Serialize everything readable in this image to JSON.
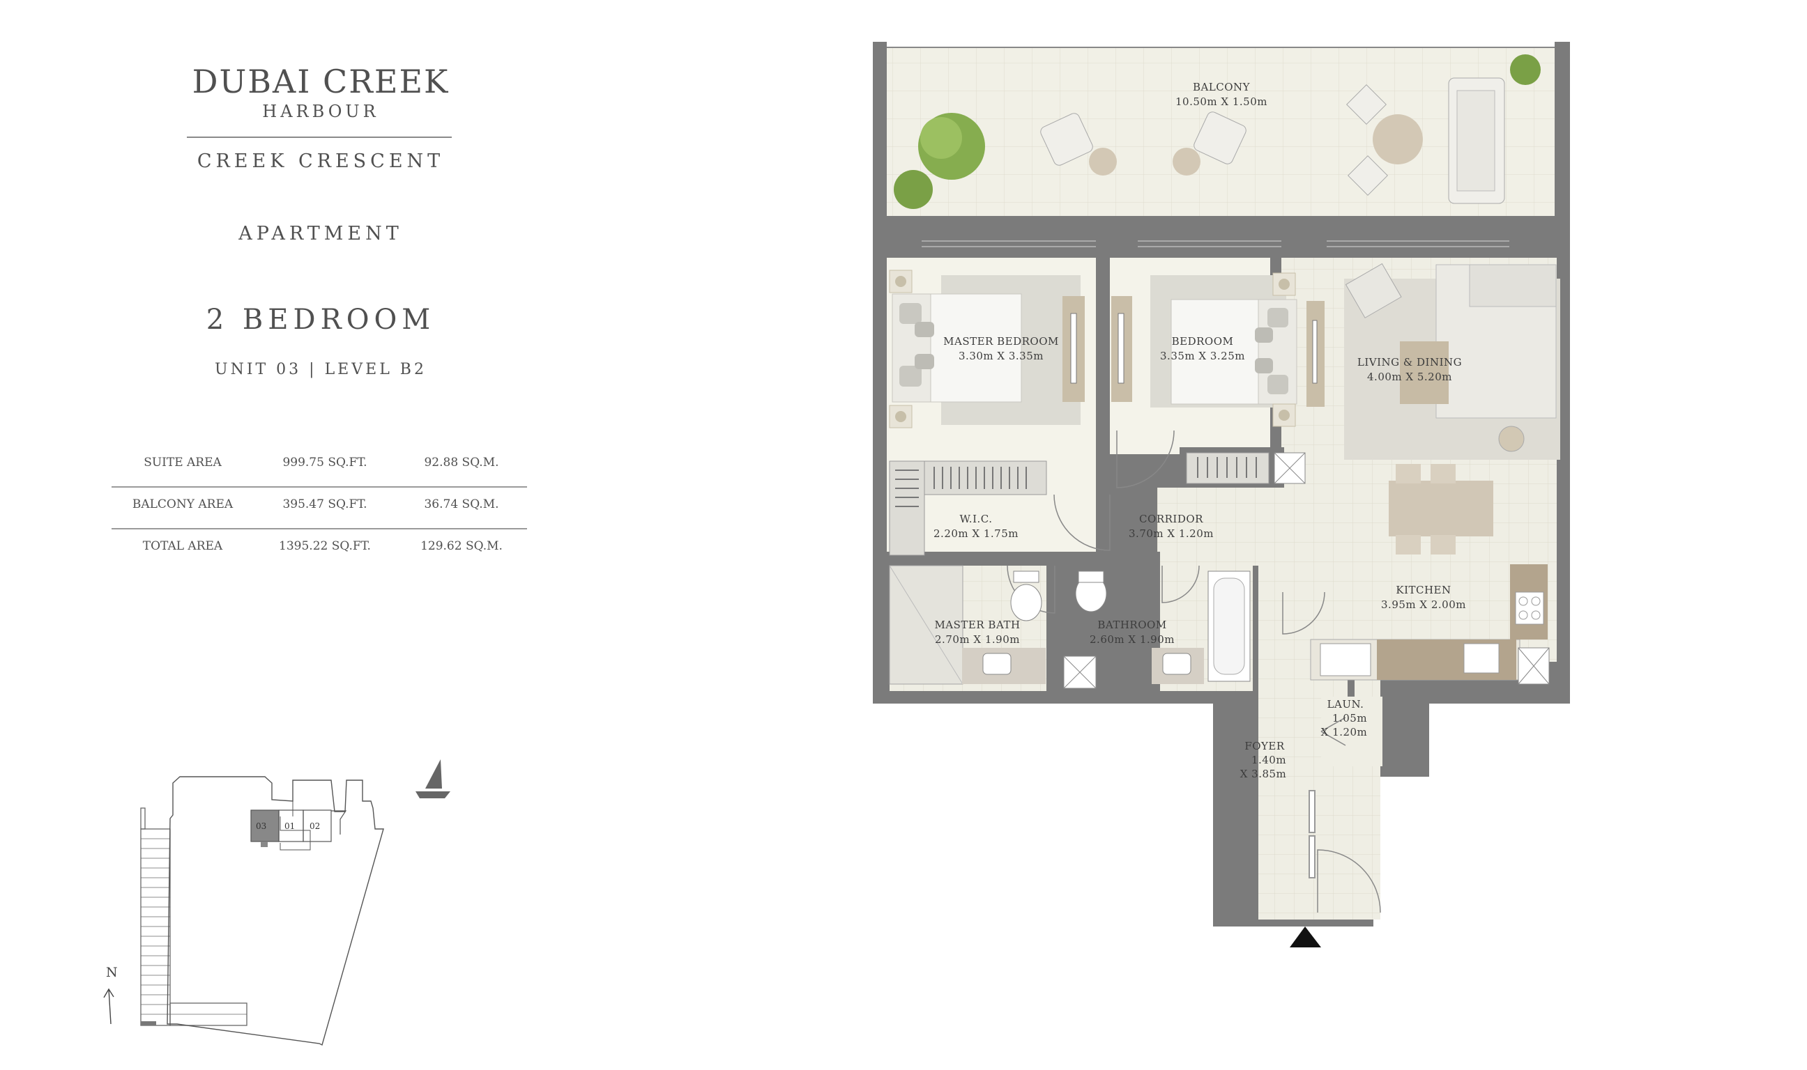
{
  "brand": {
    "title": "DUBAI CREEK",
    "subtitle": "HARBOUR"
  },
  "project": "CREEK CRESCENT",
  "property_type": "APARTMENT",
  "bedrooms": "2 BEDROOM",
  "unit_line": "UNIT 03 | LEVEL B2",
  "areas": [
    {
      "label": "SUITE AREA",
      "sqft": "999.75 SQ.FT.",
      "sqm": "92.88 SQ.M."
    },
    {
      "label": "BALCONY AREA",
      "sqft": "395.47 SQ.FT.",
      "sqm": "36.74 SQ.M."
    },
    {
      "label": "TOTAL AREA",
      "sqft": "1395.22 SQ.FT.",
      "sqm": "129.62 SQ.M."
    }
  ],
  "rooms": {
    "balcony": {
      "name": "BALCONY",
      "dims": "10.50m X 1.50m"
    },
    "master_bedroom": {
      "name": "MASTER BEDROOM",
      "dims": "3.30m X 3.35m"
    },
    "bedroom": {
      "name": "BEDROOM",
      "dims": "3.35m X 3.25m"
    },
    "living": {
      "name": "LIVING & DINING",
      "dims": "4.00m X 5.20m"
    },
    "wic": {
      "name": "W.I.C.",
      "dims": "2.20m X 1.75m"
    },
    "corridor": {
      "name": "CORRIDOR",
      "dims": "3.70m X 1.20m"
    },
    "kitchen": {
      "name": "KITCHEN",
      "dims": "3.95m X 2.00m"
    },
    "master_bath": {
      "name": "MASTER BATH",
      "dims": "2.70m X 1.90m"
    },
    "bathroom": {
      "name": "BATHROOM",
      "dims": "2.60m X 1.90m"
    },
    "laundry": {
      "name": "LAUN.",
      "dims1": "1.05m",
      "dims2": "X 1.20m"
    },
    "foyer": {
      "name": "FOYER",
      "dims1": "1.40m",
      "dims2": "X 3.85m"
    }
  },
  "keyplan": {
    "north": "N",
    "units": [
      "03",
      "01",
      "02"
    ]
  },
  "colors": {
    "wall": "#7b7b7b",
    "floor": "#eeede2",
    "tile": "#e6e4d6",
    "wood": "#b7a892",
    "plant": "#7aa046"
  }
}
